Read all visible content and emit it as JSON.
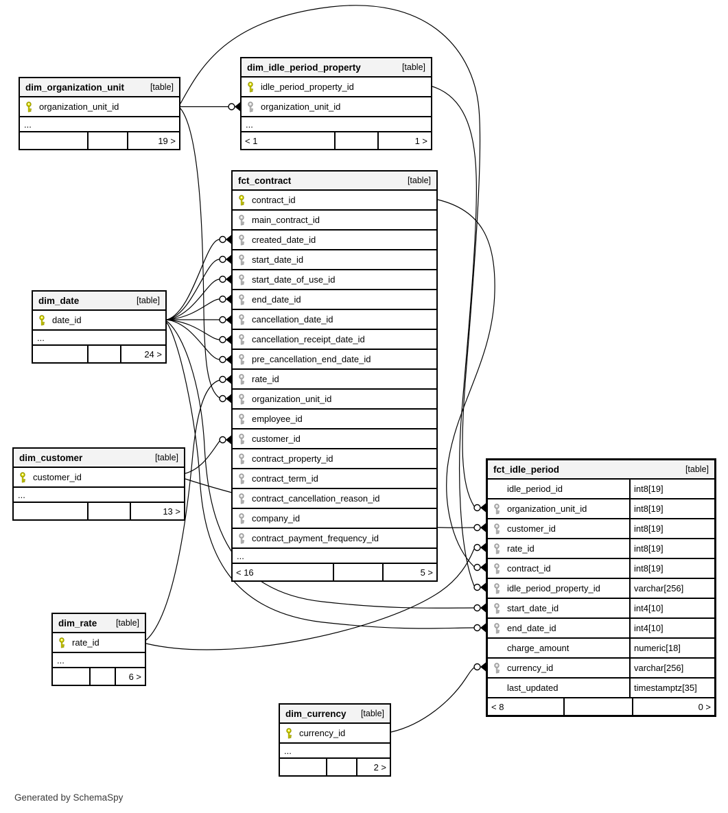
{
  "diagram": {
    "footer_note": "Generated by SchemaSpy",
    "table_badge": "[table]",
    "colors": {
      "pk_key_fill": "#e6e600",
      "pk_key_stroke": "#8f8f00",
      "fk_key_fill": "#d2d2d2",
      "fk_key_stroke": "#8f8f8f",
      "header_bg": "#f3f3f3"
    },
    "tables": [
      {
        "id": "dim_organization_unit",
        "name": "dim_organization_unit",
        "columns": [
          {
            "name": "organization_unit_id",
            "key": "pk"
          }
        ],
        "ellipsis": "...",
        "footer": {
          "left": "",
          "mid": "",
          "right": "19 >"
        }
      },
      {
        "id": "dim_idle_period_property",
        "name": "dim_idle_period_property",
        "columns": [
          {
            "name": "idle_period_property_id",
            "key": "pk"
          },
          {
            "name": "organization_unit_id",
            "key": "fk"
          }
        ],
        "ellipsis": "...",
        "footer": {
          "left": "< 1",
          "mid": "",
          "right": "1 >"
        }
      },
      {
        "id": "fct_contract",
        "name": "fct_contract",
        "columns": [
          {
            "name": "contract_id",
            "key": "pk"
          },
          {
            "name": "main_contract_id",
            "key": "fk"
          },
          {
            "name": "created_date_id",
            "key": "fk"
          },
          {
            "name": "start_date_id",
            "key": "fk"
          },
          {
            "name": "start_date_of_use_id",
            "key": "fk"
          },
          {
            "name": "end_date_id",
            "key": "fk"
          },
          {
            "name": "cancellation_date_id",
            "key": "fk"
          },
          {
            "name": "cancellation_receipt_date_id",
            "key": "fk"
          },
          {
            "name": "pre_cancellation_end_date_id",
            "key": "fk"
          },
          {
            "name": "rate_id",
            "key": "fk"
          },
          {
            "name": "organization_unit_id",
            "key": "fk"
          },
          {
            "name": "employee_id",
            "key": "fk"
          },
          {
            "name": "customer_id",
            "key": "fk"
          },
          {
            "name": "contract_property_id",
            "key": "fk"
          },
          {
            "name": "contract_term_id",
            "key": "fk"
          },
          {
            "name": "contract_cancellation_reason_id",
            "key": "fk"
          },
          {
            "name": "company_id",
            "key": "fk"
          },
          {
            "name": "contract_payment_frequency_id",
            "key": "fk"
          }
        ],
        "ellipsis": "...",
        "footer": {
          "left": "< 16",
          "mid": "",
          "right": "5 >"
        }
      },
      {
        "id": "dim_date",
        "name": "dim_date",
        "columns": [
          {
            "name": "date_id",
            "key": "pk"
          }
        ],
        "ellipsis": "...",
        "footer": {
          "left": "",
          "mid": "",
          "right": "24 >"
        }
      },
      {
        "id": "dim_customer",
        "name": "dim_customer",
        "columns": [
          {
            "name": "customer_id",
            "key": "pk"
          }
        ],
        "ellipsis": "...",
        "footer": {
          "left": "",
          "mid": "",
          "right": "13 >"
        }
      },
      {
        "id": "dim_rate",
        "name": "dim_rate",
        "columns": [
          {
            "name": "rate_id",
            "key": "pk"
          }
        ],
        "ellipsis": "...",
        "footer": {
          "left": "",
          "mid": "",
          "right": "6 >"
        }
      },
      {
        "id": "fct_idle_period",
        "name": "fct_idle_period",
        "columns": [
          {
            "name": "idle_period_id",
            "key": null,
            "type": "int8[19]"
          },
          {
            "name": "organization_unit_id",
            "key": "fk",
            "type": "int8[19]"
          },
          {
            "name": "customer_id",
            "key": "fk",
            "type": "int8[19]"
          },
          {
            "name": "rate_id",
            "key": "fk",
            "type": "int8[19]"
          },
          {
            "name": "contract_id",
            "key": "fk",
            "type": "int8[19]"
          },
          {
            "name": "idle_period_property_id",
            "key": "fk",
            "type": "varchar[256]"
          },
          {
            "name": "start_date_id",
            "key": "fk",
            "type": "int4[10]"
          },
          {
            "name": "end_date_id",
            "key": "fk",
            "type": "int4[10]"
          },
          {
            "name": "charge_amount",
            "key": null,
            "type": "numeric[18]"
          },
          {
            "name": "currency_id",
            "key": "fk",
            "type": "varchar[256]"
          },
          {
            "name": "last_updated",
            "key": null,
            "type": "timestamptz[35]"
          }
        ],
        "ellipsis": null,
        "footer": {
          "left": "< 8",
          "mid": "",
          "right": "0 >"
        }
      },
      {
        "id": "dim_currency",
        "name": "dim_currency",
        "columns": [
          {
            "name": "currency_id",
            "key": "pk"
          }
        ],
        "ellipsis": "...",
        "footer": {
          "left": "",
          "mid": "",
          "right": "2 >"
        }
      }
    ],
    "relationships": [
      {
        "from": "dim_organization_unit.organization_unit_id",
        "to": "dim_idle_period_property.organization_unit_id"
      },
      {
        "from": "dim_organization_unit.organization_unit_id",
        "to": "fct_idle_period.organization_unit_id"
      },
      {
        "from": "dim_organization_unit.organization_unit_id",
        "to": "fct_contract.organization_unit_id"
      },
      {
        "from": "dim_idle_period_property.idle_period_property_id",
        "to": "fct_idle_period.idle_period_property_id"
      },
      {
        "from": "dim_date.date_id",
        "to": "fct_contract.created_date_id"
      },
      {
        "from": "dim_date.date_id",
        "to": "fct_contract.start_date_id"
      },
      {
        "from": "dim_date.date_id",
        "to": "fct_contract.start_date_of_use_id"
      },
      {
        "from": "dim_date.date_id",
        "to": "fct_contract.end_date_id"
      },
      {
        "from": "dim_date.date_id",
        "to": "fct_contract.cancellation_date_id"
      },
      {
        "from": "dim_date.date_id",
        "to": "fct_contract.cancellation_receipt_date_id"
      },
      {
        "from": "dim_date.date_id",
        "to": "fct_contract.pre_cancellation_end_date_id"
      },
      {
        "from": "dim_date.date_id",
        "to": "fct_idle_period.start_date_id"
      },
      {
        "from": "dim_date.date_id",
        "to": "fct_idle_period.end_date_id"
      },
      {
        "from": "dim_customer.customer_id",
        "to": "fct_contract.customer_id"
      },
      {
        "from": "dim_customer.customer_id",
        "to": "fct_idle_period.customer_id"
      },
      {
        "from": "dim_rate.rate_id",
        "to": "fct_contract.rate_id"
      },
      {
        "from": "dim_rate.rate_id",
        "to": "fct_idle_period.rate_id"
      },
      {
        "from": "fct_contract.contract_id",
        "to": "fct_idle_period.contract_id"
      },
      {
        "from": "dim_currency.currency_id",
        "to": "fct_idle_period.currency_id"
      }
    ]
  }
}
